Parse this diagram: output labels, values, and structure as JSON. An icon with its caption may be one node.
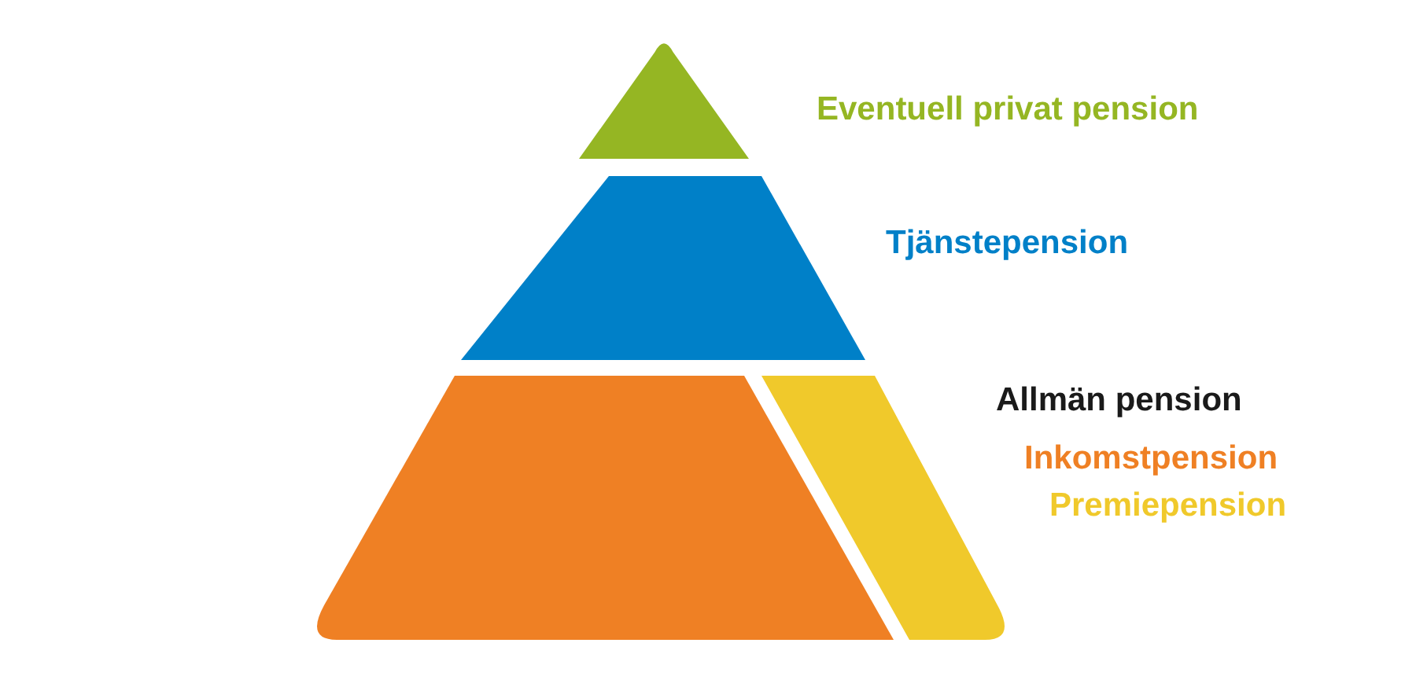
{
  "diagram": {
    "nodes": [
      {
        "text": [],
        "shape": "triangle",
        "beside": [
          "Eventuell privat pension"
        ]
      },
      {
        "text": [],
        "shape": "trapezoid",
        "beside": [
          "Tjänstepension"
        ]
      },
      {
        "text": [],
        "shape": "trapezoid"
      },
      {
        "text": [],
        "shape": "trapezoid"
      }
    ],
    "edges": [],
    "labels": [
      "Allmän pension",
      "Inkomstpension",
      "Premiepension"
    ]
  }
}
